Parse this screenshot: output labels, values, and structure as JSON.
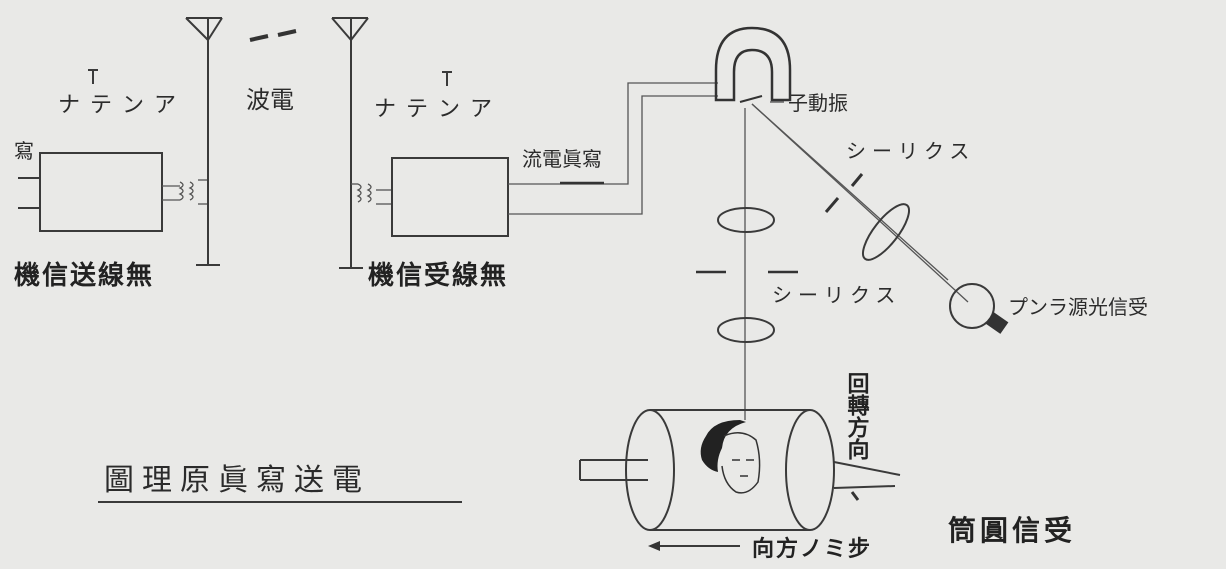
{
  "labels": {
    "title": "圖理原眞寫送電",
    "transmitter": "機信送線無",
    "receiver": "機信受線無",
    "antenna_left": "ナテンア",
    "antenna_right": "ナテンア",
    "wave": "波電",
    "photo_left": "寫",
    "current": "流電眞寫",
    "vibrator": "子動振",
    "slit_upper": "シーリクス",
    "slit_lower": "シーリクス",
    "light_source": "プンラ源光信受",
    "rotation": "回轉方向",
    "step_direction": "向方ノミ步",
    "drum": "筒圓信受"
  },
  "colors": {
    "ink": "#2b2b2b",
    "paper": "#e9e9e7"
  }
}
